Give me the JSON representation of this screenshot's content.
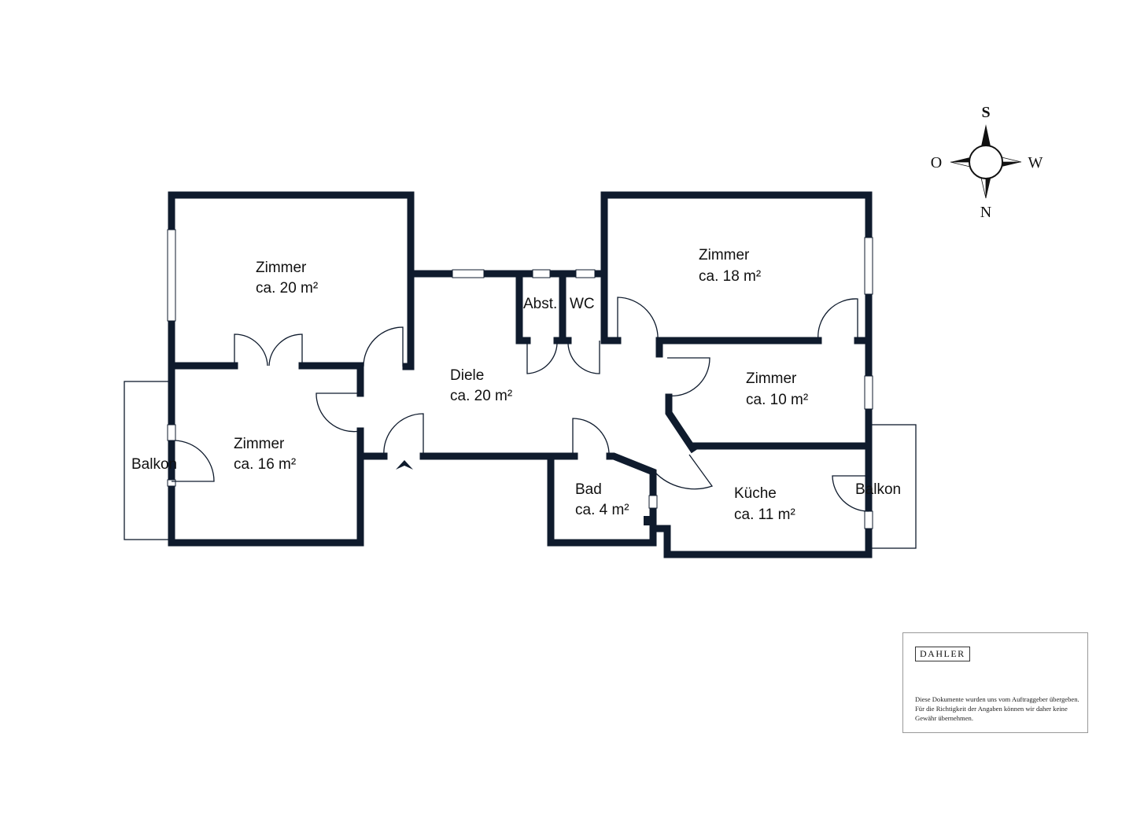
{
  "rooms": {
    "zimmer_nw": {
      "name": "Zimmer",
      "area": "ca. 20 m²"
    },
    "zimmer_sw": {
      "name": "Zimmer",
      "area": "ca. 16 m²"
    },
    "balkon_left": {
      "name": "Balkon"
    },
    "diele": {
      "name": "Diele",
      "area": "ca. 20 m²"
    },
    "abst": {
      "name": "Abst."
    },
    "wc": {
      "name": "WC"
    },
    "zimmer_ne": {
      "name": "Zimmer",
      "area": "ca. 18 m²"
    },
    "zimmer_e": {
      "name": "Zimmer",
      "area": "ca. 10 m²"
    },
    "bad": {
      "name": "Bad",
      "area": "ca. 4 m²"
    },
    "kueche": {
      "name": "Küche",
      "area": "ca. 11 m²"
    },
    "balkon_right": {
      "name": "Balkon"
    }
  },
  "compass": {
    "top": "S",
    "left": "O",
    "right": "W",
    "bottom": "N"
  },
  "colors": {
    "wall": "#0f1b2d"
  },
  "disclaimer": {
    "logo": "DAHLER",
    "text": "Diese Dokumente wurden uns vom Auftraggeber übergeben. Für die Richtigkeit der Angaben können wir daher keine Gewähr übernehmen."
  }
}
